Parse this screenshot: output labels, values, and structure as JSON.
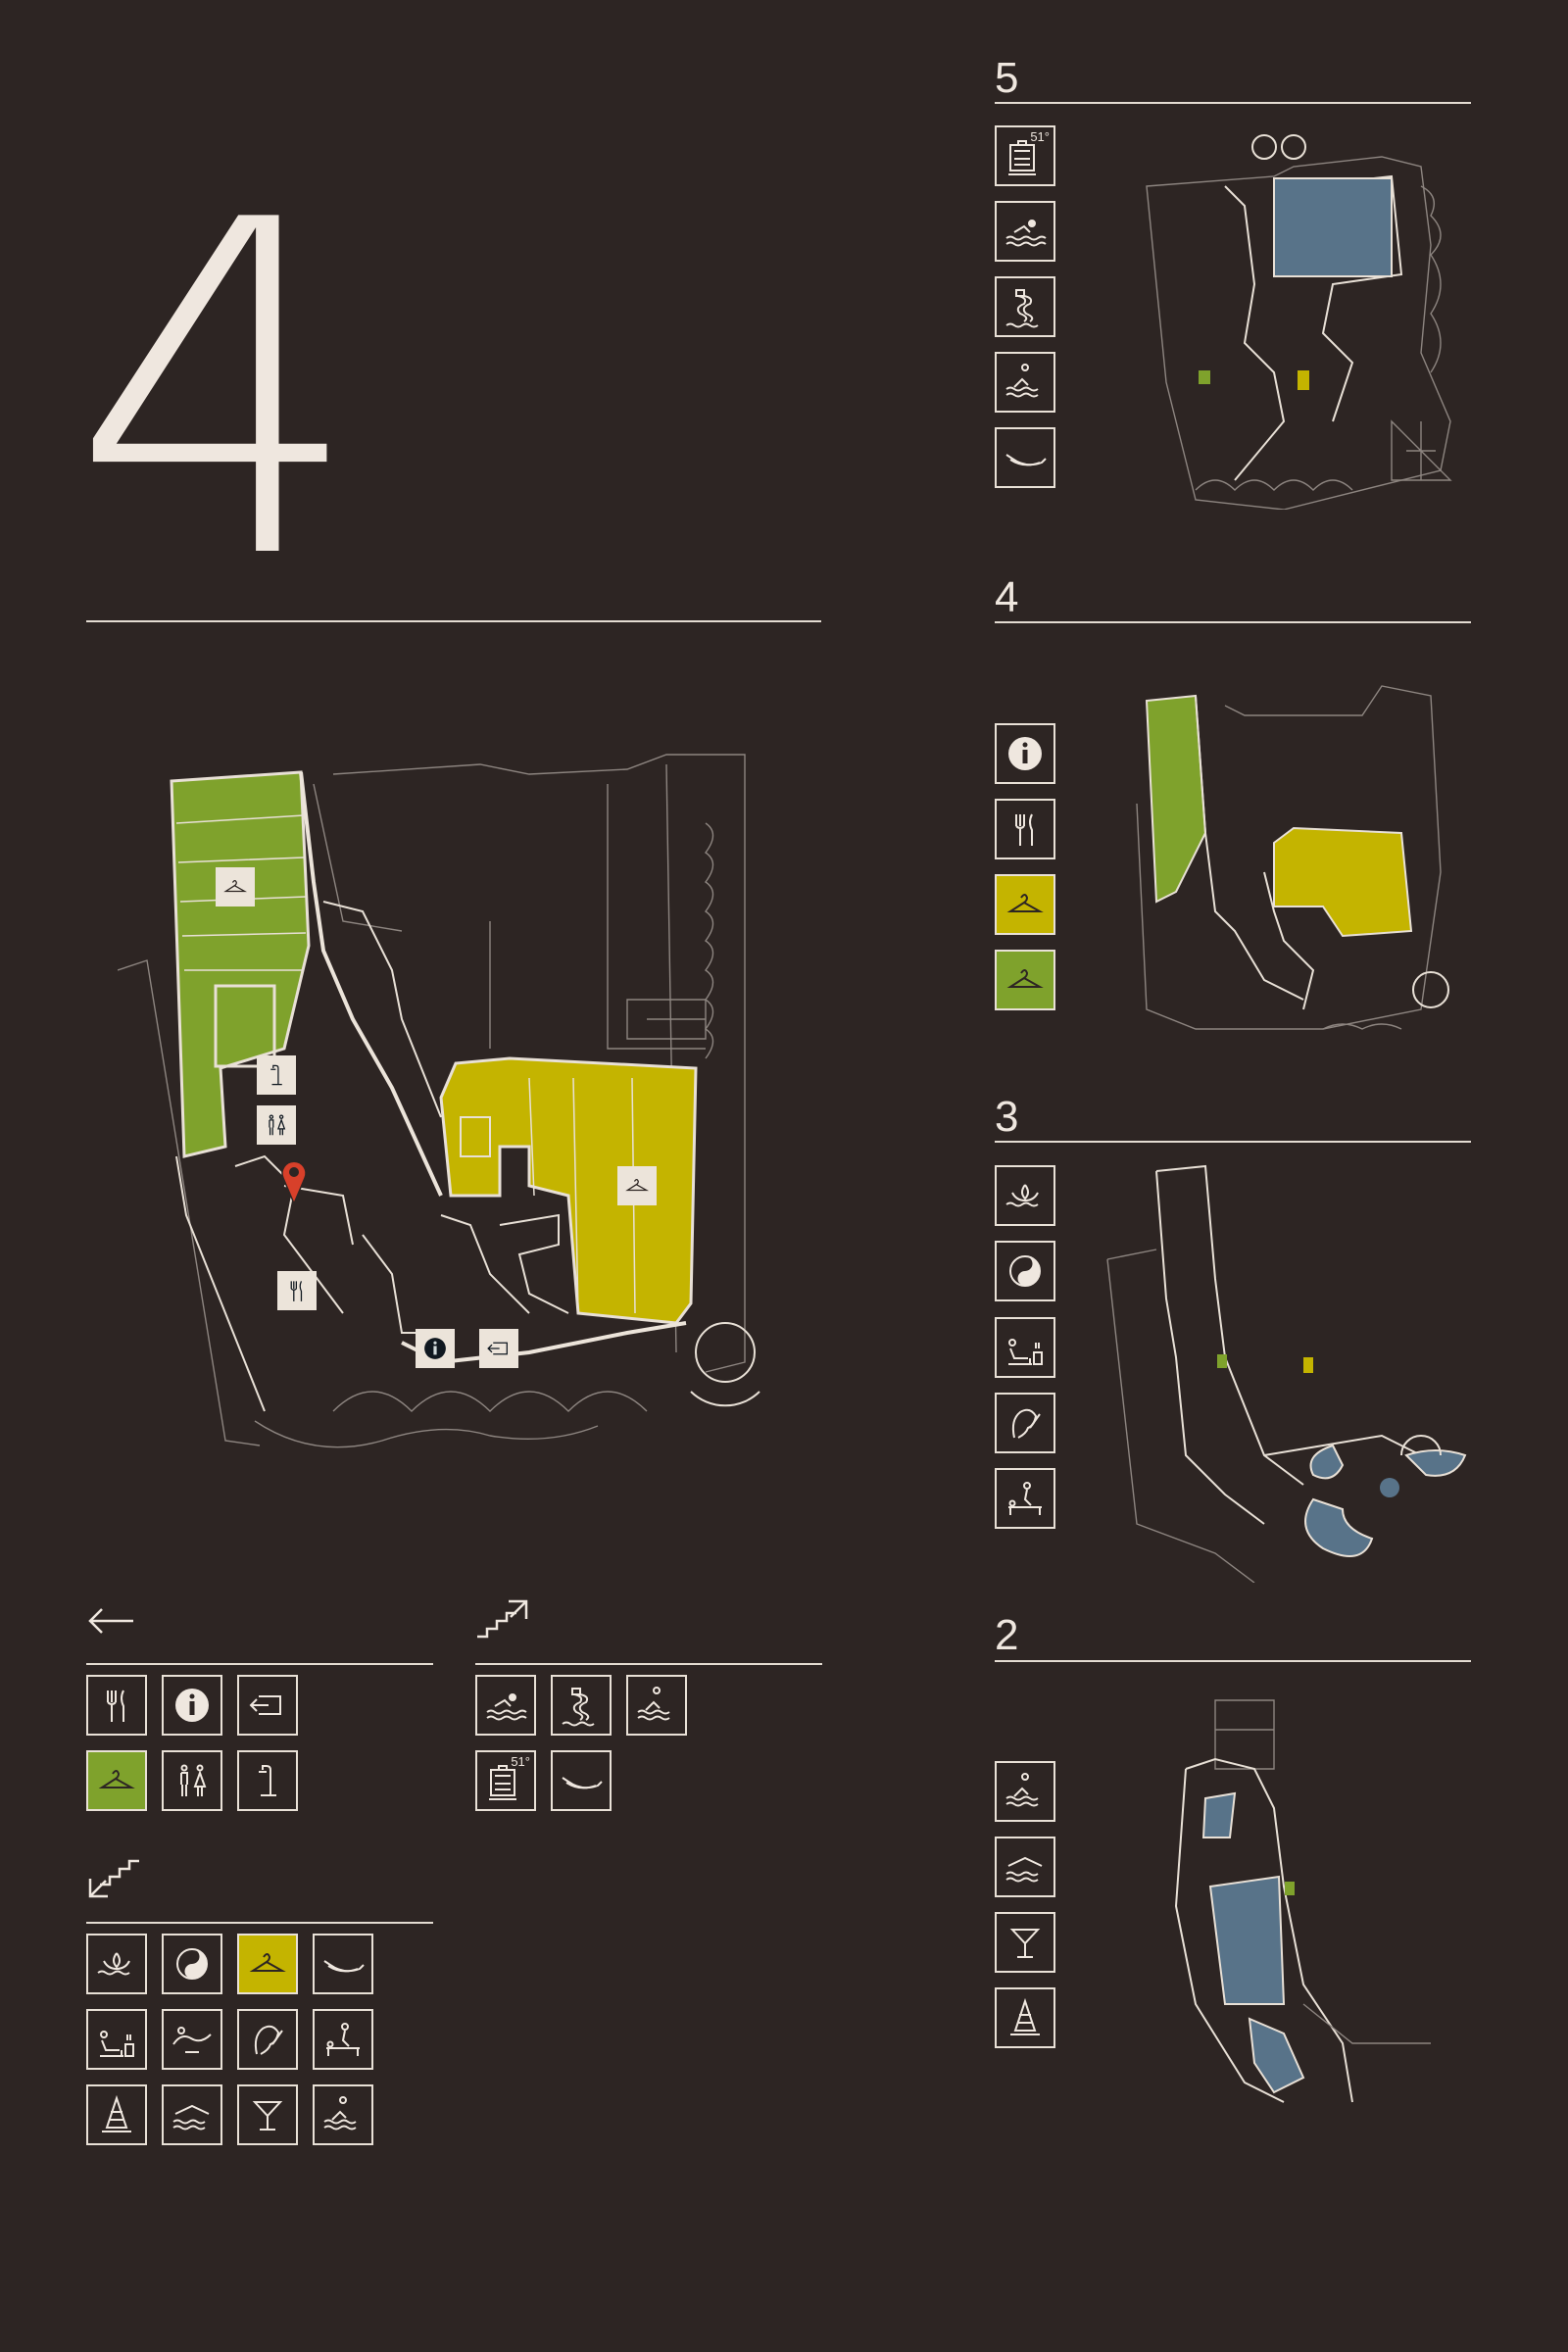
{
  "floor": {
    "current": "4"
  },
  "levels": [
    {
      "label": "5",
      "icons": [
        "sauna-51-icon",
        "swimming-icon",
        "water-slide-icon",
        "diving-pool-icon",
        "lounger-icon"
      ]
    },
    {
      "label": "4",
      "icons": [
        "info-icon",
        "restaurant-icon",
        "wardrobe-icon",
        "wardrobe-icon"
      ]
    },
    {
      "label": "3",
      "icons": [
        "lotus-icon",
        "yin-yang-icon",
        "relax-room-icon",
        "beauty-icon",
        "massage-icon"
      ]
    },
    {
      "label": "2",
      "icons": [
        "pool-icon",
        "thermal-icon",
        "bar-icon",
        "sauna-tower-icon"
      ]
    }
  ],
  "legend": {
    "this_floor": {
      "icons": [
        "restaurant-icon",
        "info-icon",
        "exit-icon",
        "wardrobe-icon",
        "toilets-icon",
        "shower-icon"
      ]
    },
    "upstairs": {
      "icons": [
        "swimming-icon",
        "water-slide-icon",
        "diving-pool-icon",
        "sauna-51-icon",
        "lounger-icon"
      ]
    },
    "downstairs": {
      "icons": [
        "lotus-icon",
        "yin-yang-icon",
        "wardrobe-icon",
        "lounger-icon",
        "relax-room-icon",
        "sun-terrace-icon",
        "beauty-icon",
        "massage-icon",
        "sauna-tower-icon",
        "thermal-icon",
        "bar-icon",
        "pool-icon"
      ]
    }
  },
  "sauna_temp": "51°",
  "colors": {
    "background": "#2d2523",
    "line": "#e8e0d6",
    "green_zone": "#7fa22c",
    "olive_zone": "#c4b400",
    "water": "#587389",
    "pin": "#d8402a"
  }
}
